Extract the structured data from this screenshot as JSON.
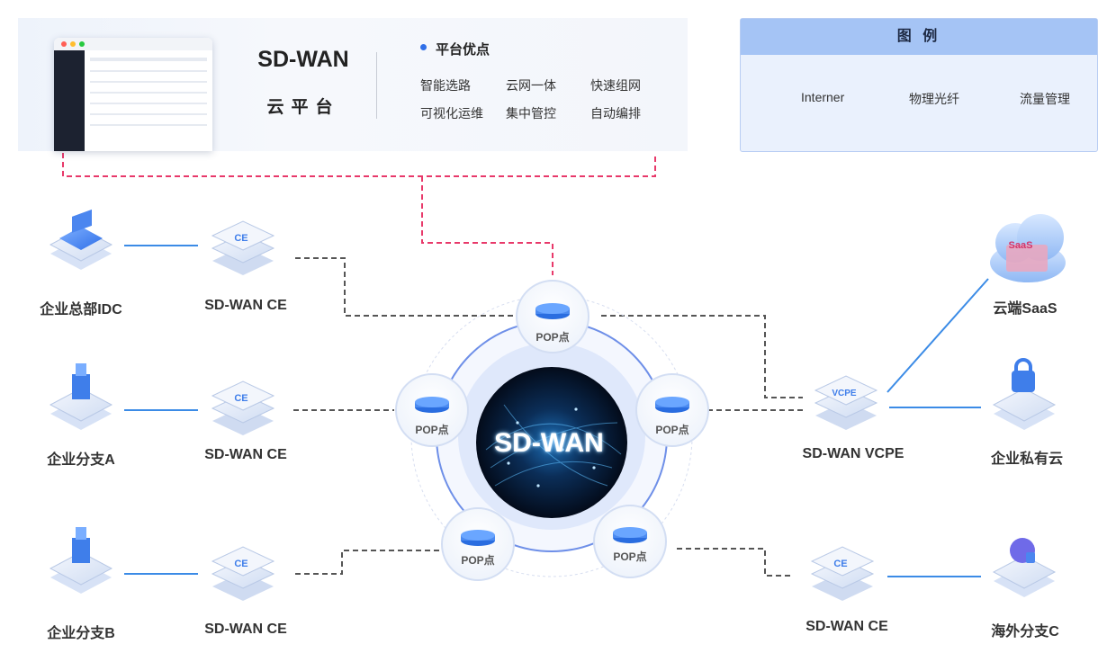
{
  "platform": {
    "title": "SD-WAN",
    "subtitle": "云平台",
    "advantages_heading": "平台优点",
    "advantages": [
      "智能选路",
      "云网一体",
      "快速组网",
      "可视化运维",
      "集中管控",
      "自动编排"
    ]
  },
  "legend": {
    "title": "图 例",
    "items": [
      {
        "label": "Interner",
        "style": "dashed",
        "color": "#333333"
      },
      {
        "label": "物理光纤",
        "style": "solid",
        "color": "#3b8be6"
      },
      {
        "label": "流量管理",
        "style": "dashed",
        "color": "#e8396a"
      }
    ]
  },
  "core": {
    "label": "SD-WAN"
  },
  "pops": [
    "POP点",
    "POP点",
    "POP点",
    "POP点",
    "POP点"
  ],
  "left_nodes": [
    {
      "site": "企业总部IDC",
      "device": "SD-WAN CE",
      "icon": "idc-icon",
      "device_tag": "CE"
    },
    {
      "site": "企业分支A",
      "device": "SD-WAN CE",
      "icon": "branch-building-icon",
      "device_tag": "CE"
    },
    {
      "site": "企业分支B",
      "device": "SD-WAN CE",
      "icon": "branch-building-icon",
      "device_tag": "CE"
    }
  ],
  "right_nodes": {
    "vcpe": {
      "device": "SD-WAN VCPE",
      "device_tag": "VCPE"
    },
    "saas": {
      "label": "云端SaaS",
      "tag": "SaaS"
    },
    "private_cloud": {
      "label": "企业私有云"
    },
    "ce": {
      "device": "SD-WAN CE",
      "device_tag": "CE"
    },
    "overseas": {
      "label": "海外分支C"
    }
  },
  "colors": {
    "internet_line": "#555555",
    "fiber_line": "#3b8be6",
    "traffic_line": "#e8396a",
    "legend_header": "#a5c4f5",
    "accent": "#2f6fe8"
  }
}
